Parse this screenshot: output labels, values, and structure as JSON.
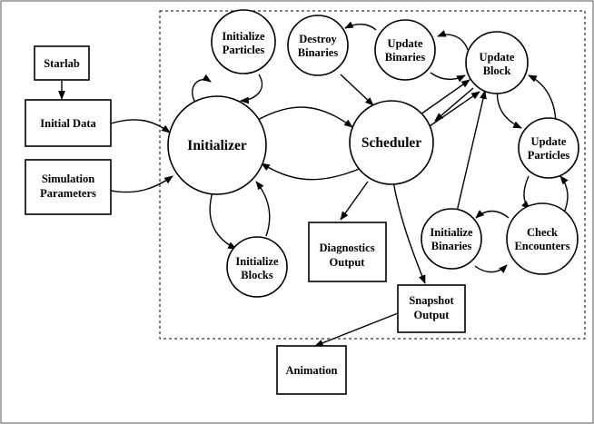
{
  "diagram": {
    "frame_color": "#000000",
    "boxes": {
      "starlab": "Starlab",
      "initial_data": "Initial Data",
      "simulation_parameters": [
        "Simulation",
        "Parameters"
      ],
      "diagnostics_output": [
        "Diagnostics",
        "Output"
      ],
      "snapshot_output": [
        "Snapshot",
        "Output"
      ],
      "animation": "Animation"
    },
    "processes": {
      "initializer": "Initializer",
      "scheduler": "Scheduler",
      "initialize_particles": [
        "Initialize",
        "Particles"
      ],
      "initialize_blocks": [
        "Initialize",
        "Blocks"
      ],
      "destroy_binaries": [
        "Destroy",
        "Binaries"
      ],
      "update_binaries": [
        "Update",
        "Binaries"
      ],
      "update_block": [
        "Update",
        "Block"
      ],
      "update_particles": [
        "Update",
        "Particles"
      ],
      "check_encounters": [
        "Check",
        "Encounters"
      ],
      "initialize_binaries": [
        "Initialize",
        "Binaries"
      ]
    }
  }
}
